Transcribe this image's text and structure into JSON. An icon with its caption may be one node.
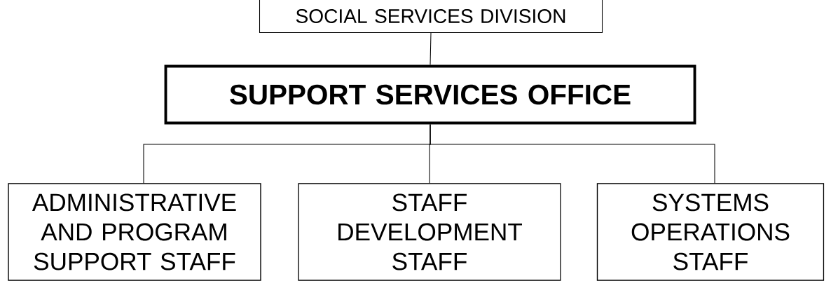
{
  "diagram": {
    "nodes": [
      {
        "text": [
          "SOCIAL SERVICES DIVISION"
        ]
      },
      {
        "text": [
          "SUPPORT SERVICES OFFICE"
        ]
      },
      {
        "text": [
          "ADMINISTRATIVE AND PROGRAM SUPPORT STAFF"
        ]
      },
      {
        "text": [
          "STAFF DEVELOPMENT STAFF"
        ]
      },
      {
        "text": [
          "SYSTEMS OPERATIONS STAFF"
        ]
      }
    ],
    "edges": [
      {
        "from": 0,
        "to": 1,
        "arrow": "none"
      },
      {
        "from": 1,
        "to": 2,
        "arrow": "none"
      },
      {
        "from": 1,
        "to": 3,
        "arrow": "none"
      },
      {
        "from": 1,
        "to": 4,
        "arrow": "none"
      }
    ]
  }
}
